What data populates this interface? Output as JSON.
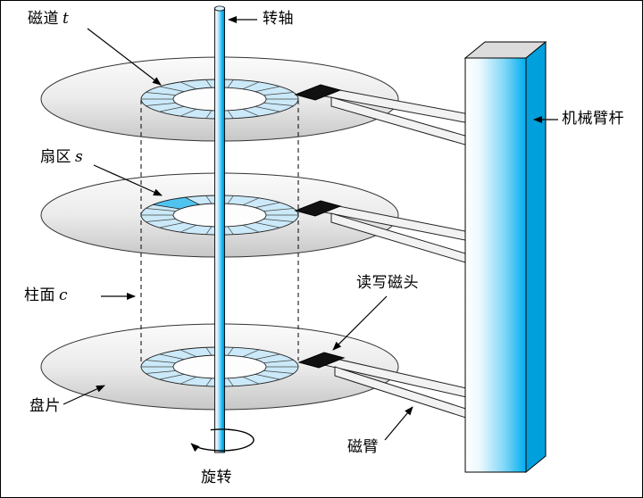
{
  "labels": {
    "track": {
      "cn": "磁道",
      "var": "t"
    },
    "spindle": "转轴",
    "sector": {
      "cn": "扇区",
      "var": "s"
    },
    "cylinder": {
      "cn": "柱面",
      "var": "c"
    },
    "rw_head": "读写磁头",
    "platter": "盘片",
    "arm": "磁臂",
    "rotation": "旋转",
    "arm_bar": "机械臂杆"
  },
  "colors": {
    "accent_cyan": "#00aeef",
    "ring_fill": "#cbe9f8",
    "sector_highlight": "#4fc4f0",
    "platter_gray": "#d9d9d9",
    "head_black": "#111111"
  }
}
